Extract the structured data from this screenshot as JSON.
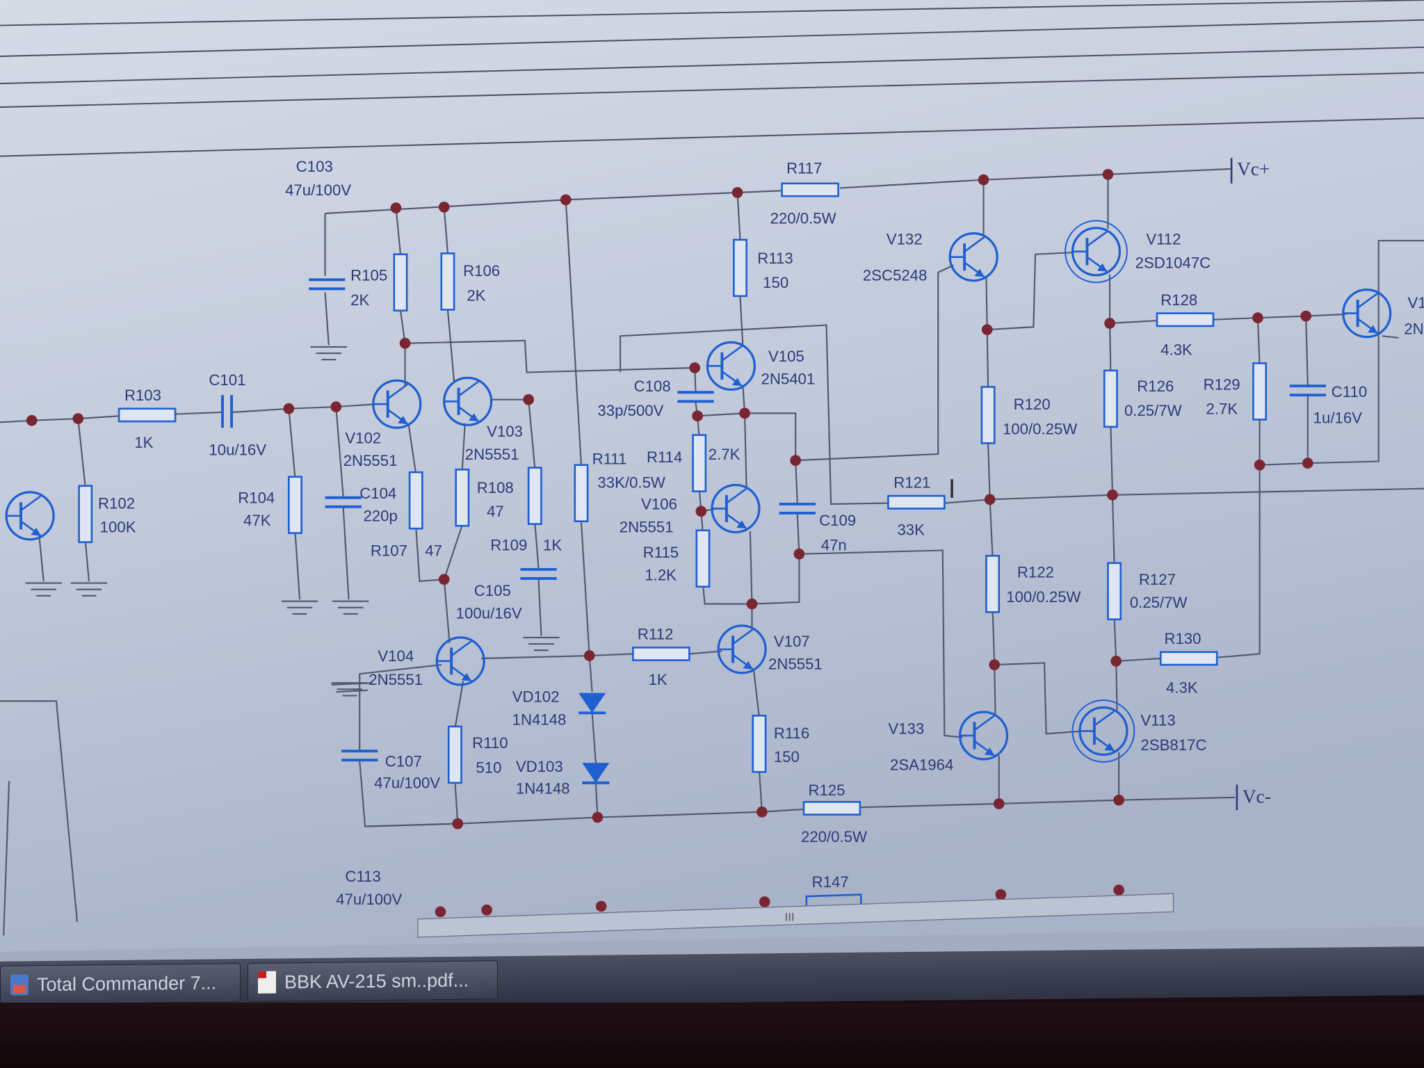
{
  "schematic": {
    "power": {
      "vcc_pos": "Vc+",
      "vcc_neg": "Vc-"
    },
    "components": [
      {
        "id": "C103",
        "label": "C103",
        "value": "47u/100V"
      },
      {
        "id": "R105",
        "label": "R105",
        "value": "2K"
      },
      {
        "id": "R106",
        "label": "R106",
        "value": "2K"
      },
      {
        "id": "R103",
        "label": "R103",
        "value": "1K"
      },
      {
        "id": "C101",
        "label": "C101",
        "value": "10u/16V"
      },
      {
        "id": "R104",
        "label": "R104",
        "value": "47K"
      },
      {
        "id": "R102",
        "label": "R102",
        "value": "100K"
      },
      {
        "id": "V102",
        "label": "V102",
        "value": "2N5551"
      },
      {
        "id": "V103",
        "label": "V103",
        "value": "2N5551"
      },
      {
        "id": "C104",
        "label": "C104",
        "value": "220p"
      },
      {
        "id": "R107",
        "label": "R107",
        "value": "47"
      },
      {
        "id": "R108",
        "label": "R108",
        "value": "47"
      },
      {
        "id": "R109",
        "label": "R109",
        "value": "1K"
      },
      {
        "id": "C105",
        "label": "C105",
        "value": "100u/16V"
      },
      {
        "id": "R111",
        "label": "R111",
        "value": "33K/0.5W"
      },
      {
        "id": "R114",
        "label": "R114",
        "value": "2.7K"
      },
      {
        "id": "V106",
        "label": "V106",
        "value": "2N5551"
      },
      {
        "id": "R115",
        "label": "R115",
        "value": "1.2K"
      },
      {
        "id": "V105",
        "label": "V105",
        "value": "2N5401"
      },
      {
        "id": "C108",
        "label": "C108",
        "value": "33p/500V"
      },
      {
        "id": "R113",
        "label": "R113",
        "value": "150"
      },
      {
        "id": "R117",
        "label": "R117",
        "value": "220/0.5W"
      },
      {
        "id": "C109",
        "label": "C109",
        "value": "47n"
      },
      {
        "id": "V132",
        "label": "V132",
        "value": "2SC5248"
      },
      {
        "id": "V112",
        "label": "V112",
        "value": "2SD1047C"
      },
      {
        "id": "R128",
        "label": "R128",
        "value": "4.3K"
      },
      {
        "id": "R126",
        "label": "R126",
        "value": "0.25/7W"
      },
      {
        "id": "R129",
        "label": "R129",
        "value": "2.7K"
      },
      {
        "id": "C110",
        "label": "C110",
        "value": "1u/16V"
      },
      {
        "id": "V1X",
        "label": "V1",
        "value": "2N"
      },
      {
        "id": "R120",
        "label": "R120",
        "value": "100/0.25W"
      },
      {
        "id": "R121",
        "label": "R121",
        "value": "33K"
      },
      {
        "id": "R122",
        "label": "R122",
        "value": "100/0.25W"
      },
      {
        "id": "R127",
        "label": "R127",
        "value": "0.25/7W"
      },
      {
        "id": "R130",
        "label": "R130",
        "value": "4.3K"
      },
      {
        "id": "V133",
        "label": "V133",
        "value": "2SA1964"
      },
      {
        "id": "V113",
        "label": "V113",
        "value": "2SB817C"
      },
      {
        "id": "V104",
        "label": "V104",
        "value": "2N5551"
      },
      {
        "id": "C107",
        "label": "C107",
        "value": "47u/100V"
      },
      {
        "id": "R110",
        "label": "R110",
        "value": "510"
      },
      {
        "id": "VD102",
        "label": "VD102",
        "value": "1N4148"
      },
      {
        "id": "VD103",
        "label": "VD103",
        "value": "1N4148"
      },
      {
        "id": "R112",
        "label": "R112",
        "value": "1K"
      },
      {
        "id": "V107",
        "label": "V107",
        "value": "2N5551"
      },
      {
        "id": "R116",
        "label": "R116",
        "value": "150"
      },
      {
        "id": "R125",
        "label": "R125",
        "value": "220/0.5W"
      },
      {
        "id": "C113",
        "label": "C113",
        "value": "47u/100V"
      },
      {
        "id": "V101",
        "label": "",
        "value": ""
      },
      {
        "id": "R147",
        "label": "R147",
        "value": ""
      }
    ],
    "scrollbar_grip": "III",
    "cursor": "I"
  },
  "taskbar": {
    "items": [
      {
        "label": "Total Commander 7...",
        "icon": "floppy-icon"
      },
      {
        "label": "BBK AV-215 sm..pdf...",
        "icon": "pdf-icon"
      }
    ]
  },
  "colors": {
    "wire": "#50566c",
    "node": "#7a2632",
    "symbol": "#1f5fd0",
    "text": "#2c3a78",
    "screen": "#c3cbdb"
  }
}
